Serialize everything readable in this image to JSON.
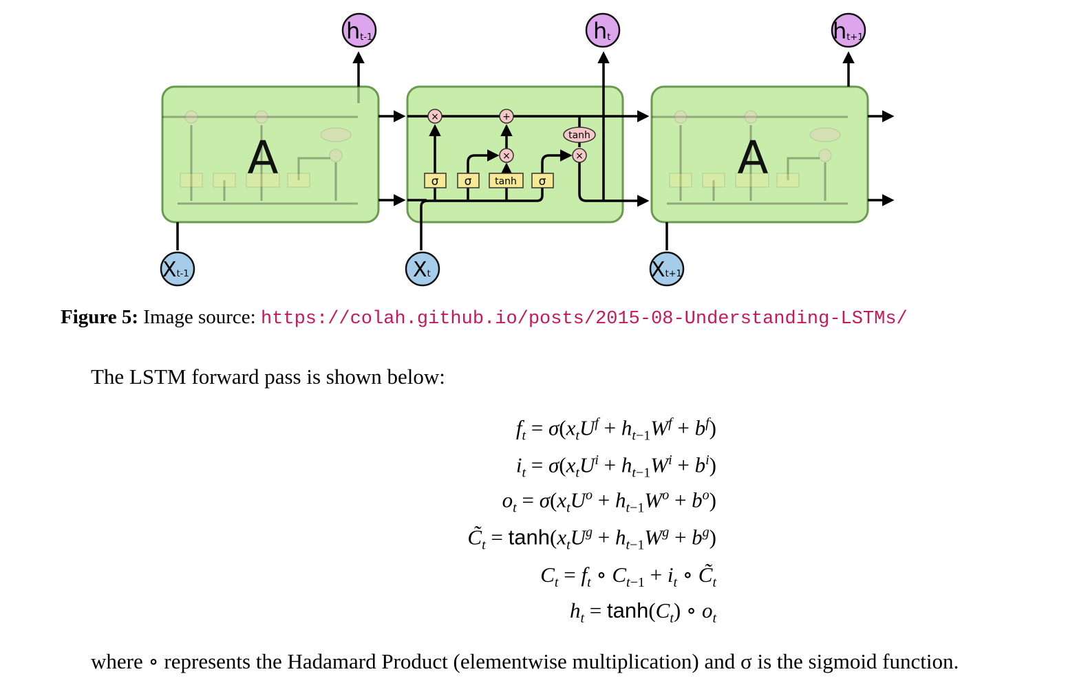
{
  "diagram": {
    "cell_label": "A",
    "h_labels": [
      {
        "base": "h",
        "sub": "t-1"
      },
      {
        "base": "h",
        "sub": "t"
      },
      {
        "base": "h",
        "sub": "t+1"
      }
    ],
    "x_labels": [
      {
        "base": "X",
        "sub": "t-1"
      },
      {
        "base": "X",
        "sub": "t"
      },
      {
        "base": "X",
        "sub": "t+1"
      }
    ],
    "gate_labels": {
      "sigma": "σ",
      "tanh": "tanh",
      "times": "×",
      "plus": "+"
    },
    "colors": {
      "cell_fill": "#c8ecaa",
      "cell_stroke": "#6a9a50",
      "h_node": "#dda6ec",
      "x_node": "#a5cce8",
      "gate_box": "#f6e995",
      "op_node": "#f5c7c7"
    }
  },
  "caption": {
    "label": "Figure 5:",
    "text": "Image source:",
    "url": "https://colah.github.io/posts/2015-08-Understanding-LSTMs/"
  },
  "intro": "The LSTM forward pass is shown below:",
  "equations": [
    {
      "lhs": "f",
      "lhs_sub": "t",
      "rhs": "σ(x_t U^f + h_{t−1} W^f + b^f)"
    },
    {
      "lhs": "i",
      "lhs_sub": "t",
      "rhs": "σ(x_t U^i + h_{t−1} W^i + b^i)"
    },
    {
      "lhs": "o",
      "lhs_sub": "t",
      "rhs": "σ(x_t U^o + h_{t−1} W^o + b^o)"
    },
    {
      "lhs": "C̃",
      "lhs_sub": "t",
      "rhs": "tanh(x_t U^g + h_{t−1} W^g + b^g)"
    },
    {
      "lhs": "C",
      "lhs_sub": "t",
      "rhs": "f_t ∘ C_{t−1} + i_t ∘ C̃_t"
    },
    {
      "lhs": "h",
      "lhs_sub": "t",
      "rhs": "tanh(C_t) ∘ o_t"
    }
  ],
  "closing": "where ∘ represents the Hadamard Product (elementwise multiplication) and σ is the sigmoid function."
}
